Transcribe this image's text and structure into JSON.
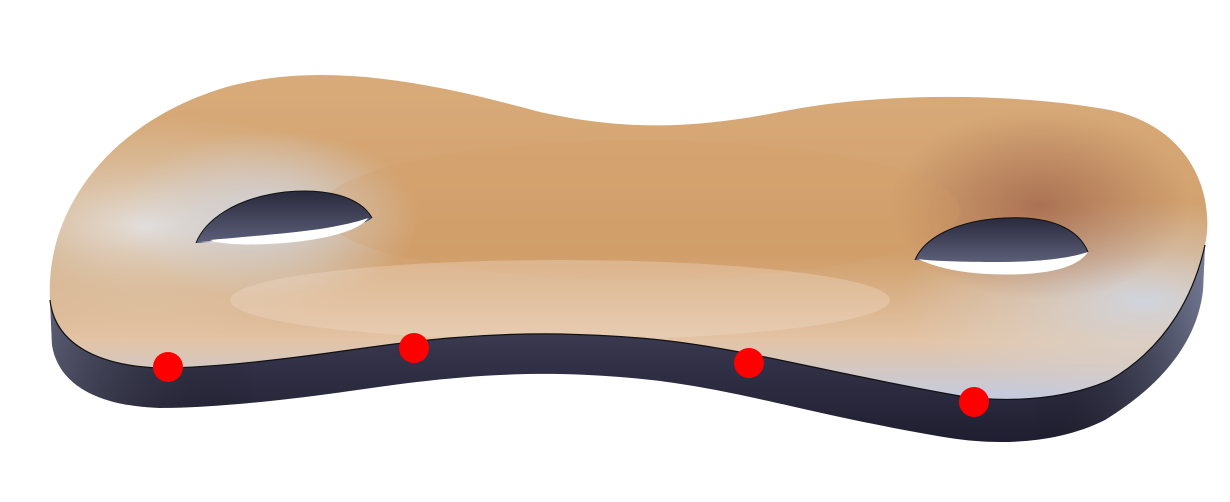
{
  "figure": {
    "surface": "genus-two-surface",
    "colors": {
      "background": "#ffffff",
      "top_surface": "#cf9d68",
      "top_highlight": "#e9c89e",
      "rim_light": "#c9d3e3",
      "side_dark": "#2b2a3f",
      "side_mid": "#5a5d76",
      "seam_line": "#111111",
      "marked_point": "#ff0000"
    },
    "marked_points": [
      {
        "name": "point-1"
      },
      {
        "name": "point-2"
      },
      {
        "name": "point-3"
      },
      {
        "name": "point-4"
      }
    ]
  }
}
